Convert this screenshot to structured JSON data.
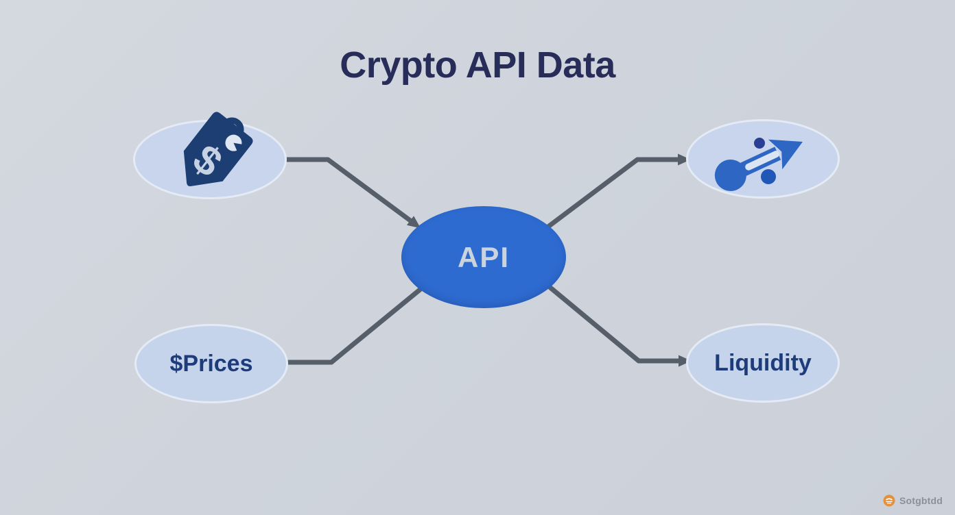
{
  "title": "Crypto API Data",
  "center_node": {
    "label": "API"
  },
  "nodes": [
    {
      "id": "price-tag",
      "position": "top-left",
      "label": "",
      "icon": "price-tag-dollar-icon"
    },
    {
      "id": "trend",
      "position": "top-right",
      "label": "",
      "icon": "trending-up-arrow-icon"
    },
    {
      "id": "prices",
      "position": "bottom-left",
      "label": "$Prices",
      "icon": ""
    },
    {
      "id": "liquidity",
      "position": "bottom-right",
      "label": "Liquidity",
      "icon": ""
    }
  ],
  "connectors": [
    {
      "from": "price-tag",
      "to": "api",
      "arrowhead": true
    },
    {
      "from": "prices",
      "to": "api",
      "arrowhead": false
    },
    {
      "from": "api",
      "to": "trend",
      "arrowhead": true
    },
    {
      "from": "api",
      "to": "liquidity",
      "arrowhead": true
    }
  ],
  "watermark": {
    "text": "Sotgbtdd",
    "icon": "orange-logo-icon"
  },
  "colors": {
    "background": "#cfd4dc",
    "title_text": "#272c58",
    "center_node_fill": "#2e6bd0",
    "center_node_text": "#cbd3dc",
    "satellite_fill": "#c8d5ec",
    "satellite_border": "#e4ebf5",
    "satellite_text": "#1e3c7a",
    "connector": "#565e6a",
    "tag_icon_navy": "#1d3e73",
    "trend_icon_blue": "#2d66c3",
    "watermark_orange": "#e5913c",
    "watermark_text": "#8a909b"
  }
}
